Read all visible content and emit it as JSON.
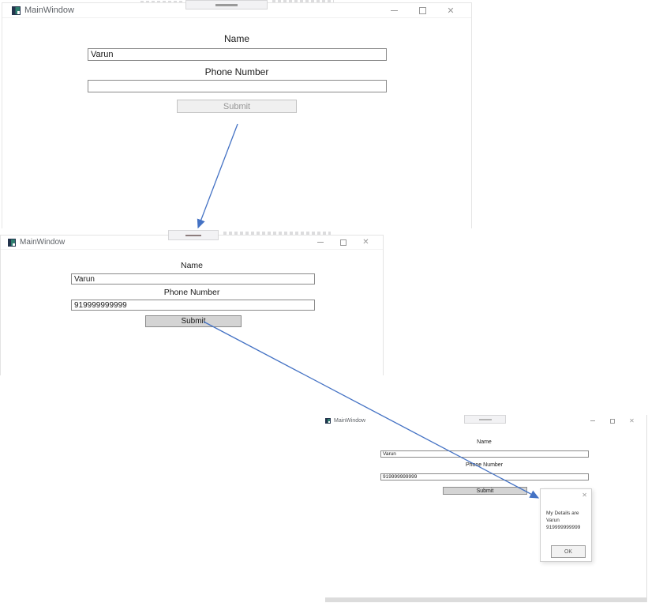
{
  "colors": {
    "arrow": "#4472c4",
    "window_title": "#5f6368"
  },
  "window_controls": {
    "close_glyph": "✕"
  },
  "windows": [
    {
      "title": "MainWindow",
      "name_label": "Name",
      "name_value": "Varun",
      "phone_label": "Phone Number",
      "phone_value": "",
      "submit_label": "Submit"
    },
    {
      "title": "MainWindow",
      "name_label": "Name",
      "name_value": "Varun",
      "phone_label": "Phone Number",
      "phone_value": "919999999999",
      "submit_label": "Submit"
    },
    {
      "title": "MainWindow",
      "name_label": "Name",
      "name_value": "Varun",
      "phone_label": "Phone Number",
      "phone_value": "919999999999",
      "submit_label": "Submit"
    }
  ],
  "message_box": {
    "close_glyph": "✕",
    "lines": [
      "My Details are",
      "Varun",
      "919999999999"
    ],
    "ok_label": "OK"
  }
}
